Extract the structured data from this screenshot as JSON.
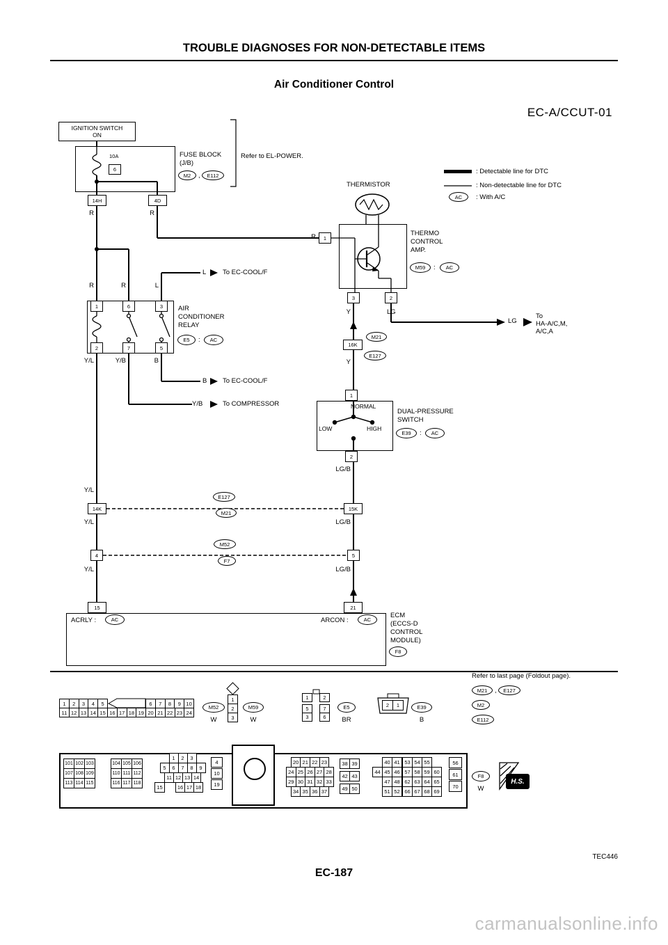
{
  "page": {
    "header": "TROUBLE DIAGNOSES FOR NON-DETECTABLE ITEMS",
    "title": "Air Conditioner Control",
    "code": "EC-A/CCUT-01",
    "tec": "TEC446",
    "pageno": "EC-187",
    "watermark": "carmanualsonline.info"
  },
  "legend": {
    "detectable": ": Detectable line for DTC",
    "non_detectable": ": Non-detectable line for DTC",
    "ac": "AC",
    "with_ac": ": With A/C"
  },
  "power": {
    "ign1": "IGNITION SWITCH",
    "ign2": "ON",
    "amp": "10A",
    "fuse": "6",
    "fb1": "FUSE BLOCK",
    "fb2": "(J/B)",
    "m2": "M2",
    "comma": ",",
    "e112": "E112",
    "refer": "Refer to EL-POWER.",
    "c14h": "14H",
    "c4d": "4D",
    "r1": "R",
    "r2": "R"
  },
  "thermo": {
    "thermistor": "THERMISTOR",
    "r": "R",
    "pin1": "1",
    "n1": "THERMO",
    "n2": "CONTROL",
    "n3": "AMP.",
    "m59": "M59",
    "colon": ":",
    "ac": "AC",
    "pin3": "3",
    "pin2": "2",
    "y": "Y",
    "lg": "LG",
    "lg2": "LG",
    "to1": "To",
    "to2": "HA-A/C,M,",
    "to3": "A/C,A",
    "c16k": "16K",
    "m21": "M21",
    "e127": "E127",
    "y2": "Y"
  },
  "relay": {
    "r1": "R",
    "r2": "R",
    "l": "L",
    "p1": "1",
    "p6": "6",
    "p3": "3",
    "n1": "AIR",
    "n2": "CONDITIONER",
    "n3": "RELAY",
    "e5": "E5",
    "colon": ":",
    "ac": "AC",
    "p2": "2",
    "p7": "7",
    "p5": "5",
    "yl": "Y/L",
    "yb": "Y/B",
    "b": "B",
    "bl_l": "L",
    "bl_l_to": "To EC-COOL/F",
    "bl_b": "B",
    "bl_b_to": "To EC-COOL/F",
    "bl_yb": "Y/B",
    "bl_yb_to": "To COMPRESSOR"
  },
  "dps": {
    "p1": "1",
    "normal": "NORMAL",
    "low": "LOW",
    "high": "HIGH",
    "n1": "DUAL-PRESSURE",
    "n2": "SWITCH",
    "e39": "E39",
    "colon": ":",
    "ac": "AC",
    "p2": "2",
    "lgb": "LG/B"
  },
  "links": {
    "yl1": "Y/L",
    "c14k": "14K",
    "e127": "E127",
    "m21": "M21",
    "c15k": "15K",
    "yl2": "Y/L",
    "lgb1": "LG/B",
    "p4": "4",
    "m52": "M52",
    "f7": "F7",
    "p5": "5",
    "yl3": "Y/L",
    "lgb2": "LG/B",
    "p15": "15",
    "p21": "21"
  },
  "ecm": {
    "acrly": "ACRLY :",
    "ac1": "AC",
    "arcon": "ARCON :",
    "ac2": "AC",
    "n1": "ECM",
    "n2": "(ECCS-D",
    "n3": "CONTROL",
    "n4": "MODULE)",
    "f8": "F8"
  },
  "foot": {
    "m52_row1a": [
      [
        "1",
        "2",
        "3",
        "4",
        "5"
      ]
    ],
    "m52_row1b": [
      [
        "6",
        "7",
        "8",
        "9",
        "10"
      ]
    ],
    "m52_row2": [
      [
        "11",
        "12",
        "13",
        "14",
        "15",
        "16",
        "17",
        "18",
        "19",
        "20",
        "21",
        "22",
        "23",
        "24"
      ]
    ],
    "m52": "M52",
    "m52_color": "W",
    "m59_pins": [
      [
        "1"
      ],
      [
        "2"
      ],
      [
        "3"
      ]
    ],
    "m59": "M59",
    "m59_color": "W",
    "e5_t1": [
      [
        "1"
      ]
    ],
    "e5_t2": [
      [
        "2"
      ]
    ],
    "e5_l": [
      [
        "5"
      ],
      [
        "3"
      ]
    ],
    "e5_r": [
      [
        "7"
      ],
      [
        "6"
      ]
    ],
    "e5": "E5",
    "e5_color": "BR",
    "e39_pins": [
      [
        "2",
        "1"
      ]
    ],
    "e39": "E39",
    "e39_color": "B",
    "refer": "Refer to last page (Foldout page).",
    "m21": "M21",
    "comma": ",",
    "e127": "E127",
    "m2": "M2",
    "e112": "E112"
  },
  "bigconn": {
    "left_a": [
      [
        "101",
        "102",
        "103"
      ],
      [
        "107",
        "108",
        "109"
      ],
      [
        "113",
        "114",
        "115"
      ]
    ],
    "left_b": [
      [
        "104",
        "105",
        "106"
      ],
      [
        "110",
        "111",
        "112"
      ],
      [
        "116",
        "117",
        "118"
      ]
    ],
    "mid": [
      [
        "1",
        "2",
        "3"
      ],
      [
        "5",
        "6",
        "7",
        "8",
        "9"
      ],
      [
        "11",
        "12",
        "13",
        "14"
      ]
    ],
    "mid15": [
      [
        "15"
      ]
    ],
    "mid16": [
      [
        "16",
        "17",
        "18"
      ]
    ],
    "midcol": [
      [
        "4"
      ],
      [
        "10"
      ],
      [
        "19"
      ]
    ],
    "grid1": [
      [
        "20",
        "21",
        "22",
        "23"
      ],
      [
        "24",
        "25",
        "26",
        "27",
        "28"
      ],
      [
        "29",
        "30",
        "31",
        "32",
        "33"
      ],
      [
        "34",
        "35",
        "36",
        "37"
      ]
    ],
    "pairs": [
      [
        "38",
        "39"
      ],
      [
        "42",
        "43"
      ],
      [
        "49",
        "50"
      ]
    ],
    "grid2a": [
      [
        "40",
        "41"
      ],
      [
        "44",
        "45",
        "46"
      ],
      [
        "47",
        "48"
      ],
      [
        "51",
        "52"
      ]
    ],
    "grid2b": [
      [
        "53",
        "54",
        "55"
      ],
      [
        "57",
        "58",
        "59",
        "60"
      ],
      [
        "62",
        "63",
        "64",
        "65"
      ],
      [
        "66",
        "67",
        "68",
        "69"
      ]
    ],
    "colr": [
      [
        "56"
      ],
      [
        "61"
      ],
      [
        "70"
      ]
    ],
    "f8": "F8",
    "color": "W",
    "hs": "H.S."
  }
}
